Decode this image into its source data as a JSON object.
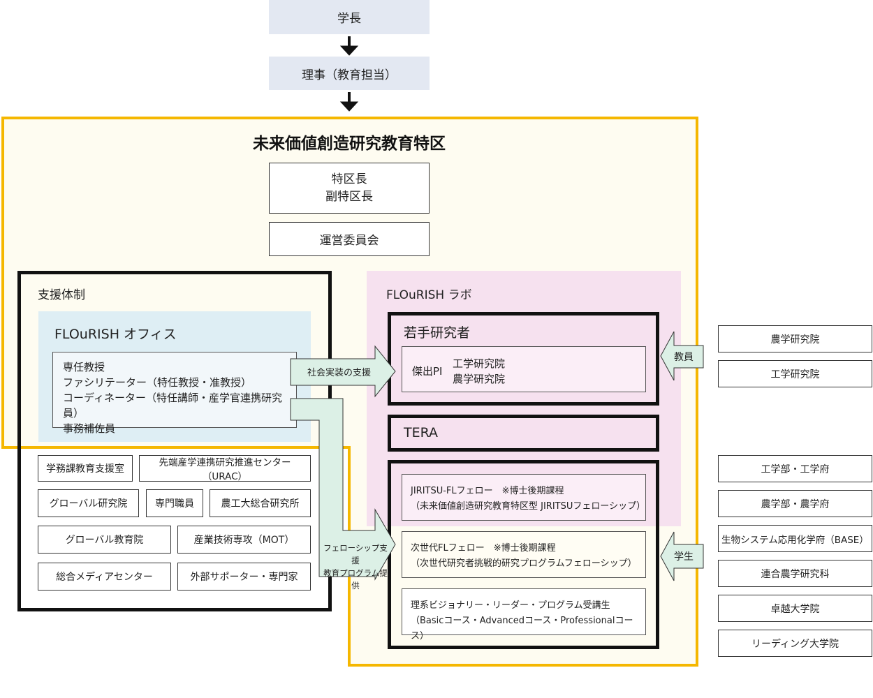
{
  "top": {
    "president": "学長",
    "director": "理事（教育担当）"
  },
  "zone": {
    "title": "未来価値創造研究教育特区",
    "head_line1": "特区長",
    "head_line2": "副特区長",
    "committee": "運営委員会"
  },
  "support": {
    "title": "支援体制",
    "office_title": "FLOuRISH オフィス",
    "staff": [
      "専任教授",
      "ファシリテーター（特任教授・准教授）",
      "コーディネーター（特任講師・産学官連携研究員）",
      "事務補佐員"
    ],
    "units": [
      "学務課教育支援室",
      "先端産学連携研究推進センター（URAC）",
      "グローバル研究院",
      "専門職員",
      "農工大総合研究所",
      "グローバル教育院",
      "産業技術専攻（MOT）",
      "総合メディアセンター",
      "外部サポーター・専門家"
    ]
  },
  "arrows": {
    "social": "社会実装の支援",
    "fellowship_line1": "フェローシップ支援",
    "fellowship_line2": "教育プログラム提供",
    "faculty": "教員",
    "student": "学生"
  },
  "lab": {
    "title": "FLOuRISH ラボ",
    "young_title": "若手研究者",
    "pi_label": "傑出PI",
    "pi_schools": [
      "工学研究院",
      "農学研究院"
    ],
    "tera": "TERA",
    "programs": [
      {
        "line1": "JIRITSU-FLフェロー　※博士後期課程",
        "line2": "（未来価値創造研究教育特区型 JIRITSUフェローシップ）"
      },
      {
        "line1": "次世代FLフェロー　※博士後期課程",
        "line2": "（次世代研究者挑戦的研究プログラムフェローシップ）"
      },
      {
        "line1": "理系ビジョナリー・リーダー・プログラム受講生",
        "line2": "（Basicコース・Advancedコース・Professionalコース）"
      }
    ]
  },
  "right_faculty": [
    "農学研究院",
    "工学研究院"
  ],
  "right_students": [
    "工学部・工学府",
    "農学部・農学府",
    "生物システム応用化学府（BASE）",
    "連合農学研究科",
    "卓越大学院",
    "リーディング大学院"
  ],
  "colors": {
    "zone_border": "#f5b700",
    "zone_fill": "#fefcf1",
    "top_fill": "#e3e8f2",
    "office_fill": "#deeef4",
    "lab_fill": "#f6e1ef",
    "arrow_fill": "#dcf0e6"
  }
}
